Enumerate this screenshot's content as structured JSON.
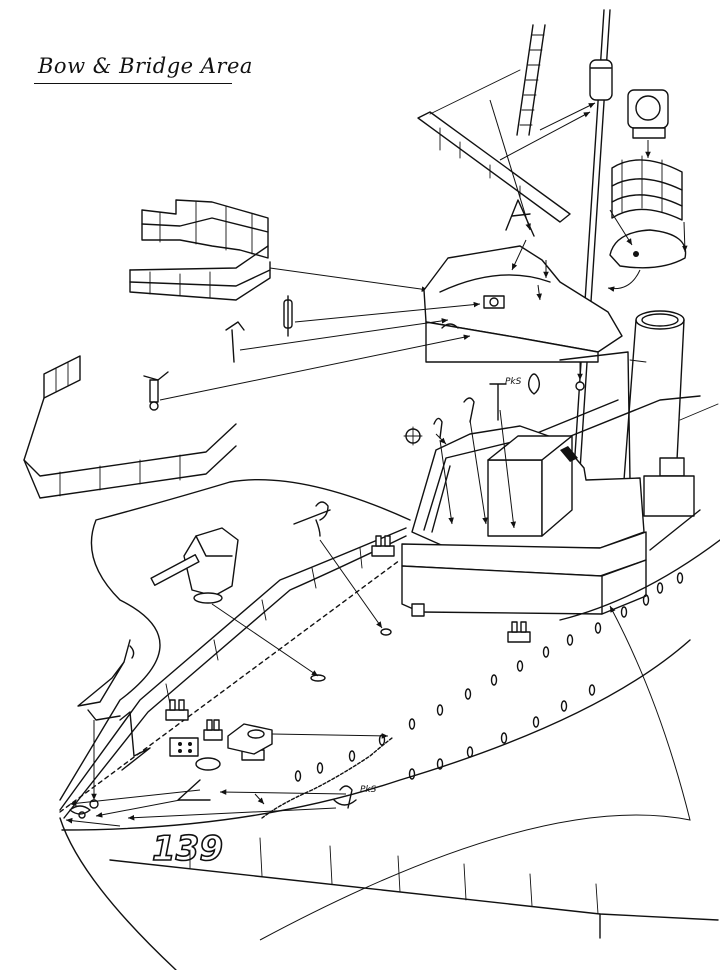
{
  "diagram": {
    "title": "Bow & Bridge Area",
    "labels": {
      "pks_upper": "PkS",
      "pks_lower": "PkS",
      "hull_number": "139"
    }
  }
}
